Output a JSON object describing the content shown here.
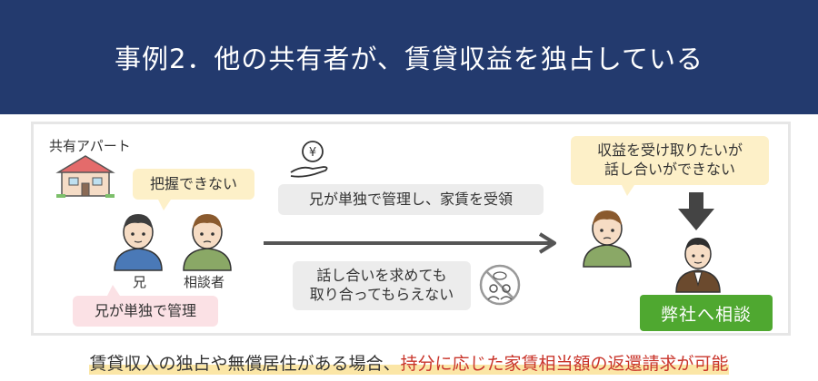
{
  "header": {
    "title": "事例2．他の共有者が、賃貸収益を独占している"
  },
  "left": {
    "apartment_label": "共有アパート",
    "bubble_unaware": "把握できない",
    "person_brother_label": "兄",
    "person_cowner_label": "相談者",
    "bubble_brother_manages": "兄が単独で管理"
  },
  "middle": {
    "rent_caption": "兄が単独で管理し、家賃を受領",
    "refused_line1": "話し合いを求めても",
    "refused_line2": "取り合ってもらえない"
  },
  "right": {
    "bubble_line1": "収益を受け取りたいが",
    "bubble_line2": "話し合いができない",
    "consult_button": "弊社へ相談"
  },
  "footer": {
    "text_plain": "賃貸収入の独占や無償居住がある場合、",
    "text_highlight": "持分に応じた家賃相当額の返還請求が可能"
  },
  "colors": {
    "header_bg": "#233a6e",
    "accent_red": "#c9352b",
    "button_green": "#4fa830",
    "bubble_yellow": "#fdf0c8",
    "bubble_pink": "#fbe1e5"
  },
  "icons": [
    "house-icon",
    "yen-coin-hand-icon",
    "no-talk-icon",
    "down-arrow-icon",
    "right-arrow-icon"
  ]
}
